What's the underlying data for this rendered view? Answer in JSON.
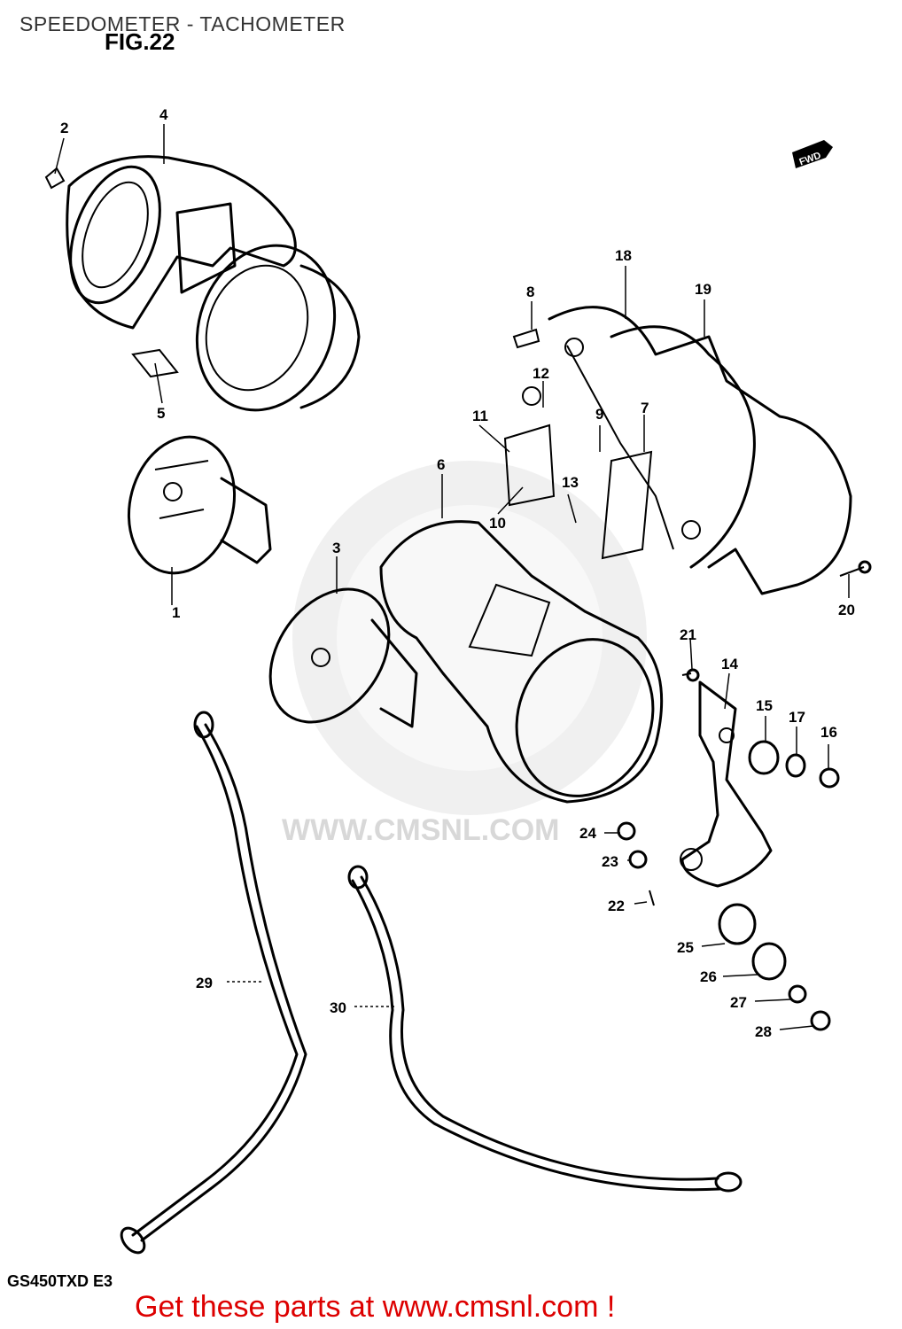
{
  "header": {
    "title": "SPEEDOMETER - TACHOMETER",
    "figure": "FIG.22"
  },
  "diagram": {
    "direction_marker": "FWD",
    "watermark": "WWW.CMSNL.COM",
    "callouts": [
      "1",
      "2",
      "3",
      "4",
      "5",
      "6",
      "7",
      "8",
      "9",
      "10",
      "11",
      "12",
      "13",
      "14",
      "15",
      "16",
      "17",
      "18",
      "19",
      "20",
      "21",
      "22",
      "23",
      "24",
      "25",
      "26",
      "27",
      "28",
      "29",
      "30"
    ],
    "model_code": "GS450TXD E3"
  },
  "footer": {
    "cta": "Get these parts at www.cmsnl.com !"
  },
  "colors": {
    "title_text": "#333333",
    "cta_text": "#dd0000",
    "line_art": "#000000",
    "watermark": "#e6e6e6"
  }
}
